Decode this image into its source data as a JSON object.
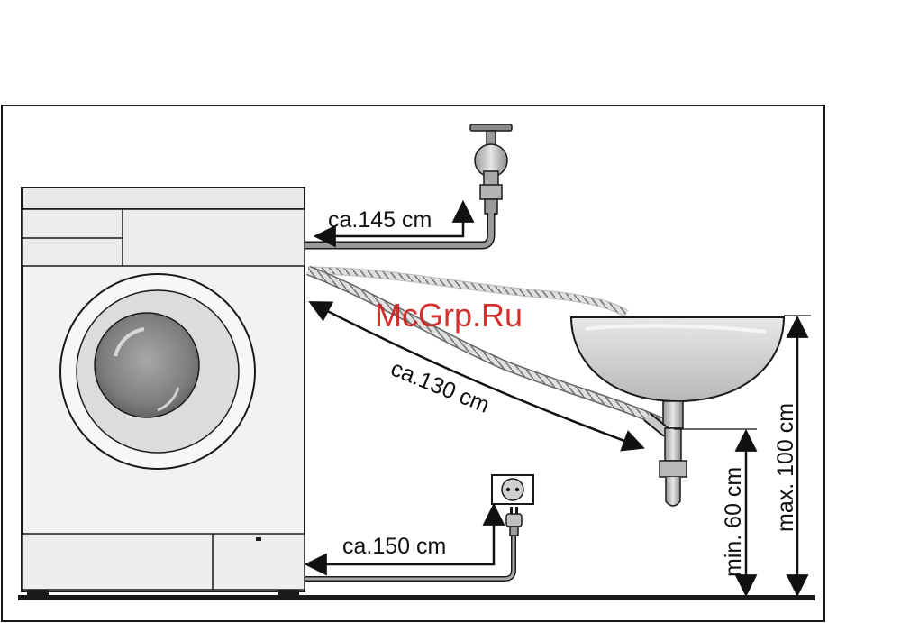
{
  "labels": {
    "inlet_hose": "ca.145 cm",
    "drain_hose": "ca.130 cm",
    "power_cable": "ca.150 cm",
    "min_height": "min. 60 cm",
    "max_height": "max. 100 cm"
  },
  "watermark": "McGrp.Ru",
  "colors": {
    "outline": "#1a1a1a",
    "machine_fill": "#f2f2f2",
    "watermark": "#d11a1a"
  }
}
